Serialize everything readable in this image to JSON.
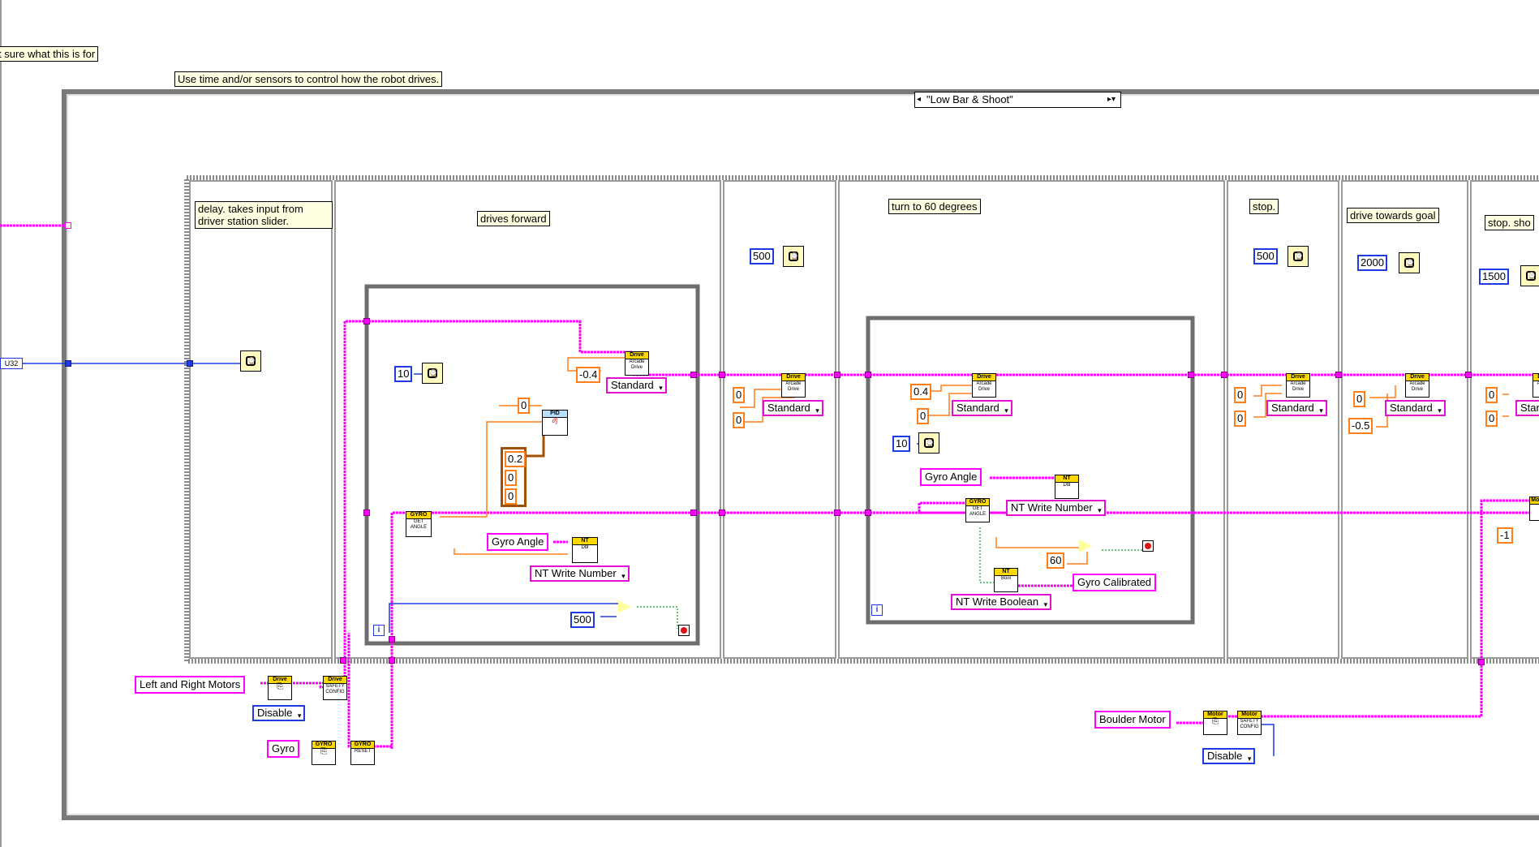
{
  "comments": {
    "top_left": "t sure what this is for",
    "top_drive": "Use time and/or sensors to control how the robot drives."
  },
  "case_selector": "\"Low Bar & Shoot\"",
  "frames": {
    "f1": "delay. takes input from driver station slider.",
    "f2": "drives forward",
    "f4": "turn to 60 degrees",
    "f5": "stop.",
    "f6": "drive towards goal",
    "f7": "stop. sho"
  },
  "constants": {
    "u32_tag": "U32",
    "f2_wait": "10",
    "f2_pid_setpoint": "0",
    "f2_pid_gains": [
      "0.2",
      "0",
      "0"
    ],
    "f2_rotate": "-0.4",
    "f2_loop_limit": "500",
    "f3_wait": "500",
    "f3_a": "0",
    "f3_b": "0",
    "f4_a": "0.4",
    "f4_b": "0",
    "f4_wait": "10",
    "f4_target": "60",
    "f5_wait": "500",
    "f5_a": "0",
    "f5_b": "0",
    "f6_wait": "2000",
    "f6_a": "0",
    "f6_b": "-0.5",
    "f7_wait": "1500",
    "f7_a": "0",
    "f7_b": "0",
    "f7_c": "-1"
  },
  "enums": {
    "standard": "Standard",
    "nt_write_number": "NT Write Number",
    "nt_write_boolean": "NT Write Boolean",
    "disable": "Disable",
    "stan_clipped": "Stan"
  },
  "strings": {
    "gyro_angle": "Gyro Angle",
    "gyro_calibrated": "Gyro Calibrated",
    "left_right_motors": "Left and Right Motors",
    "gyro": "Gyro",
    "boulder_motor": "Boulder Motor"
  },
  "vis": {
    "drive": "Drive",
    "arcade_drive": "Arcade Drive",
    "pid": "PID",
    "gyro": "GYRO",
    "get_angle": "GET ANGLE",
    "nt": "NT",
    "dbl": "Dbl",
    "bool": "Bool",
    "safety_config": "SAFETY CONFIG",
    "reset": "RESET",
    "motor": "Motor"
  },
  "colors": {
    "refnum_wire": "#ff00ff",
    "int_wire": "#1f3ae0",
    "dbl_wire": "#ff7f1a",
    "bool_wire": "#0a9a2a",
    "frame_border": "#6e6e6e"
  }
}
